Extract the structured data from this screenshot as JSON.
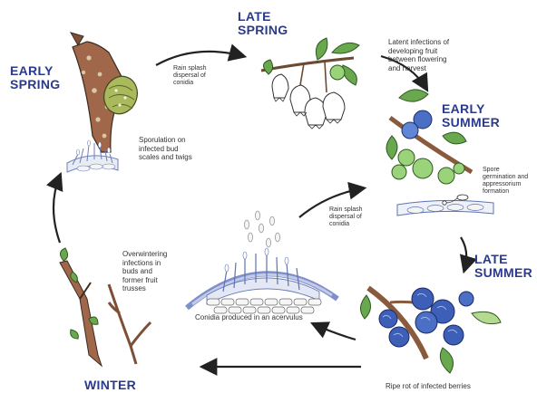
{
  "seasons": {
    "early_spring": [
      "EARLY",
      "SPRING"
    ],
    "late_spring": [
      "LATE",
      "SPRING"
    ],
    "early_summer": [
      "EARLY",
      "SUMMER"
    ],
    "late_summer": [
      "LATE",
      "SUMMER"
    ],
    "winter": "WINTER"
  },
  "notes": {
    "rain_splash_top": [
      "Rain splash",
      "dispersal of",
      "conidia"
    ],
    "latent": [
      "Latent infections of",
      "developing fruit",
      "between flowering",
      "and harvest"
    ],
    "sporulation": [
      "Sporulation on",
      "infected bud",
      "scales and twigs"
    ],
    "spore_germination": [
      "Spore",
      "germination and",
      "appressorium",
      "formation"
    ],
    "rain_splash_mid": [
      "Rain splash",
      "dispersal of",
      "conidia"
    ],
    "overwintering": [
      "Overwintering",
      "infections in",
      "buds and",
      "former fruit",
      "trusses"
    ],
    "acervulus": "Conidia produced in an acervulus",
    "ripe_rot": "Ripe rot of infected berries"
  },
  "colors": {
    "season_text": "#2a3a8c",
    "arrow": "#222222",
    "bark": "#a0674a",
    "leaf": "#6aa84f",
    "green_berry": "#9bd37a",
    "blue_berry": "#4a6fc4",
    "rotten_berry": "#3d5fb8"
  }
}
